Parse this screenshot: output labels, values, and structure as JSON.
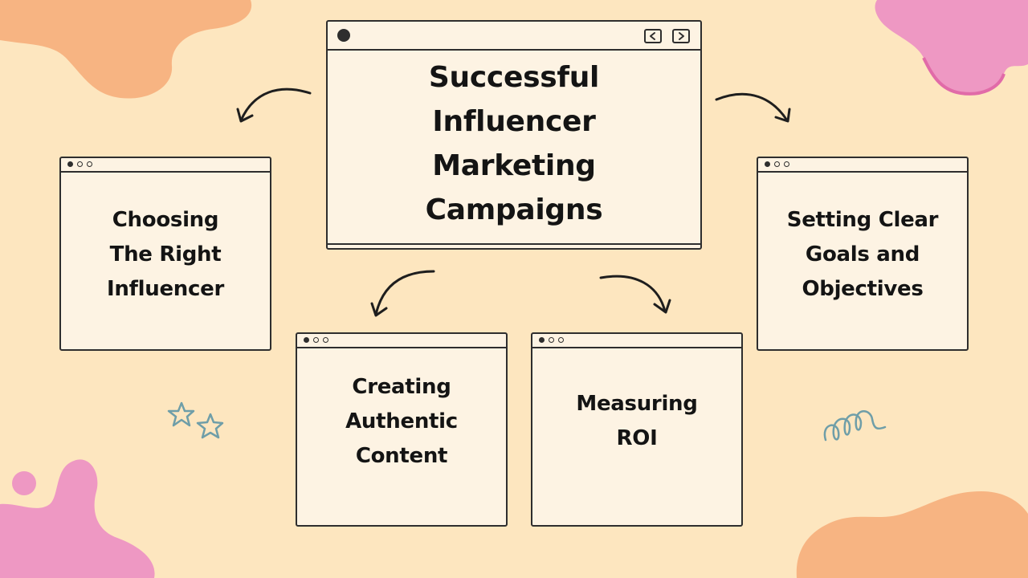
{
  "title": "Successful Influencer Marketing Campaigns",
  "nodes": {
    "choosing": "Choosing The Right Influencer",
    "setting": "Setting Clear Goals and Objectives",
    "creating": "Creating Authentic Content",
    "measuring": "Measuring ROI"
  },
  "colors": {
    "background": "#fde6bf",
    "card": "#fdf3e3",
    "outline": "#2e2e2e",
    "blob_orange": "#f7b482",
    "blob_pink": "#ee98c3",
    "doodle_teal": "#6f9ea8"
  }
}
